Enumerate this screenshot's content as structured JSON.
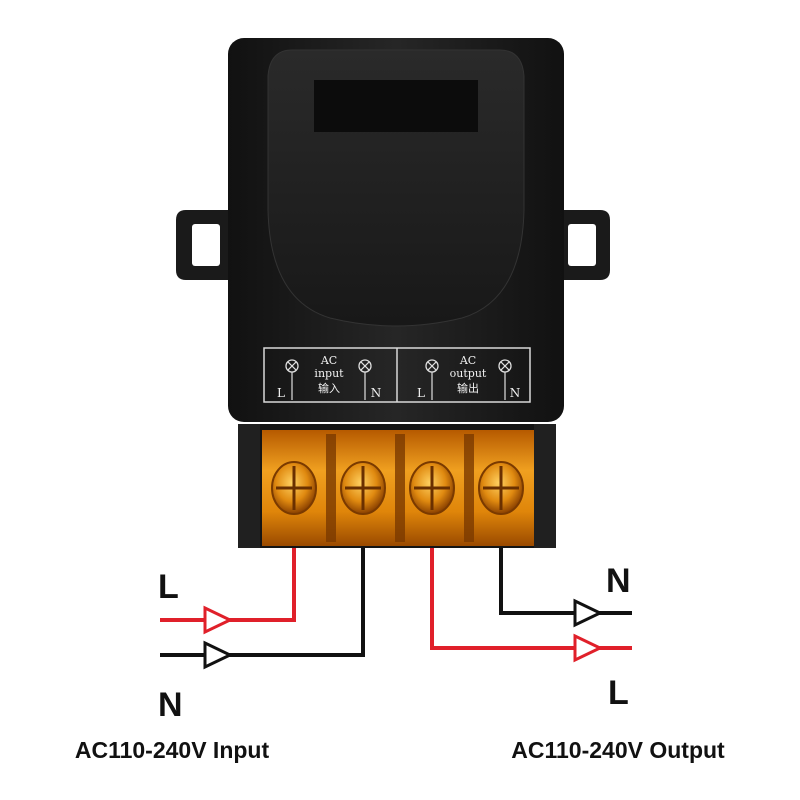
{
  "panel": {
    "input": {
      "line1": "AC",
      "line2": "input",
      "line3": "输入"
    },
    "output": {
      "line1": "AC",
      "line2": "output",
      "line3": "输出"
    },
    "terminal_letters": [
      "L",
      "N",
      "L",
      "N"
    ]
  },
  "wires": {
    "input_top_label": "L",
    "input_bottom_label": "N",
    "output_top_label": "N",
    "output_bottom_label": "L"
  },
  "captions": {
    "input": "AC110-240V Input",
    "output": "AC110-240V Output"
  },
  "colors": {
    "housing": "#1c1c1c",
    "terminal_block": "#e0860a",
    "live_wire": "#e0202a",
    "neutral_wire": "#111111"
  },
  "icons": {
    "screw": "screw-icon",
    "arrow": "arrow-right-icon"
  }
}
